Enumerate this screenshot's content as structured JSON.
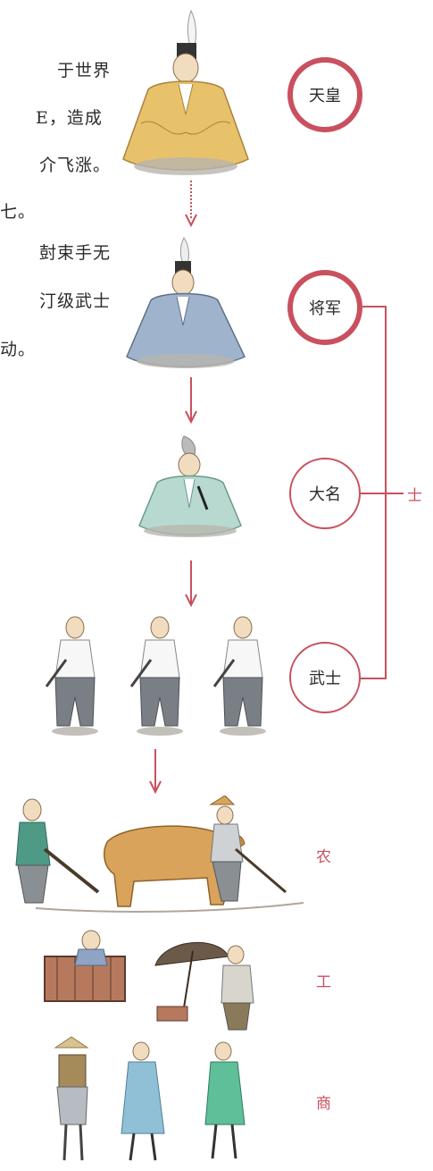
{
  "text_fragments": [
    "于世界",
    "E，造成",
    "介飞涨。",
    "七。",
    "尌束手无",
    "汀级武士",
    "动。"
  ],
  "hierarchy": [
    {
      "label": "天皇"
    },
    {
      "label": "将军"
    },
    {
      "label": "大名"
    },
    {
      "label": "武士"
    }
  ],
  "bracket_label": "士",
  "lower_classes": [
    {
      "label": "农"
    },
    {
      "label": "工"
    },
    {
      "label": "商"
    }
  ],
  "colors": {
    "accent": "#c9505e",
    "emperor_robe": "#e8c26a",
    "shogun_robe": "#9fb4cc",
    "daimyo_robe": "#b8d9cf",
    "samurai_pants": "#7a7f86",
    "ox": "#d9a35c",
    "farmer_shirt": "#4f9a86",
    "merchant_robe": "#8fc0d6"
  }
}
